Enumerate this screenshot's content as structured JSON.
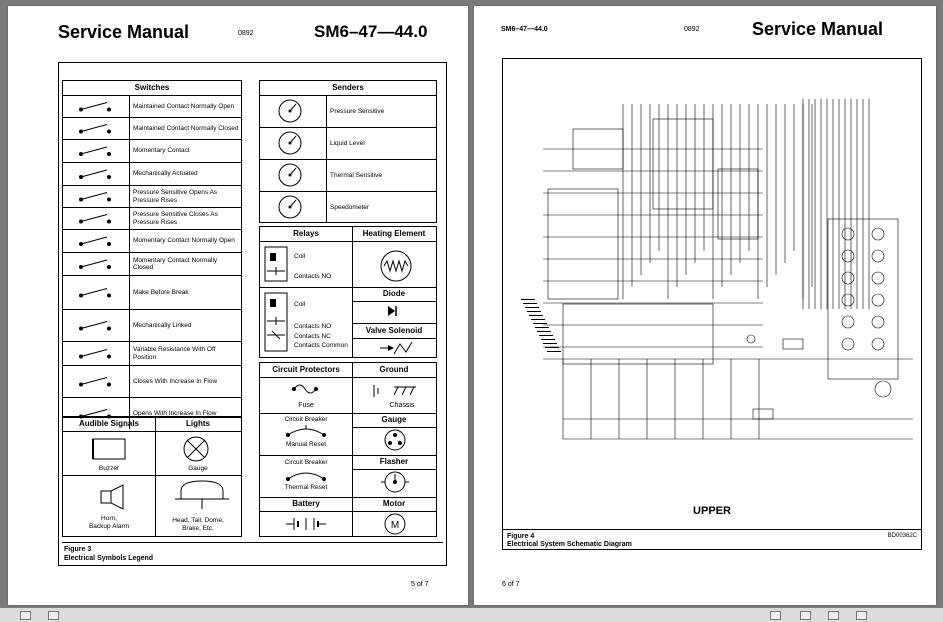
{
  "left_page": {
    "title": "Service Manual",
    "date_code": "0892",
    "doc_code": "SM6–47—44.0",
    "switches": {
      "header": "Switches",
      "items": [
        "Maintained Contact Normally Open",
        "Maintained Contact Normally Closed",
        "Momentary Contact",
        "Mechanically Actuated",
        "Pressure Sensitive Opens As Pressure Rises",
        "Pressure Sensitive Closes As Pressure Rises",
        "Momentary Contact Normally Open",
        "Momentary Contact Normally Closed",
        "Make Before Break",
        "Mechanically Linked",
        "Variable Resistance With Off Position",
        "Closes With Increase In Flow",
        "Opens With Increase In Flow"
      ]
    },
    "senders": {
      "header": "Senders",
      "items": [
        "Pressure Sensitive",
        "Liquid Level",
        "Thermal Sensitive",
        "Speedometer"
      ]
    },
    "relays": {
      "header": "Relays",
      "coil": "Coil",
      "contacts_no": "Contacts NO",
      "coil2": "Coil",
      "contacts_no2": "Contacts NO",
      "contacts_nc": "Contacts NC",
      "contacts_common": "Contacts Common"
    },
    "heating_element": "Heating Element",
    "diode": "Diode",
    "valve_solenoid": "Valve Solenoid",
    "circuit_protectors": {
      "header": "Circuit Protectors",
      "fuse": "Fuse",
      "breaker1_title": "Circuit Breaker",
      "breaker1_sub": "Manual Reset",
      "breaker2_title": "Circuit Breaker",
      "breaker2_sub": "Thermal Reset"
    },
    "ground": {
      "header": "Ground",
      "chassis": "Chassis"
    },
    "gauge_header": "Gauge",
    "flasher_header": "Flasher",
    "battery_header": "Battery",
    "motor_header": "Motor",
    "audible_signals": {
      "header": "Audible Signals",
      "buzzer": "Buzzer",
      "horn": "Horn,",
      "backup": "Backup Alarm"
    },
    "lights": {
      "header": "Lights",
      "gauge": "Gauge",
      "head1": "Head, Tail, Dome,",
      "head2": "Brake, Etc."
    },
    "figure_label": "Figure 3",
    "figure_caption": "Electrical Symbols Legend",
    "page_number": "5 of 7"
  },
  "right_page": {
    "doc_code": "SM6–47—44.0",
    "date_code": "0892",
    "title": "Service Manual",
    "diagram_label": "UPPER",
    "figure_label": "Figure 4",
    "figure_caption": "Electrical System Schematic Diagram",
    "drawing_code": "BD00362C",
    "page_number": "6 of 7"
  }
}
